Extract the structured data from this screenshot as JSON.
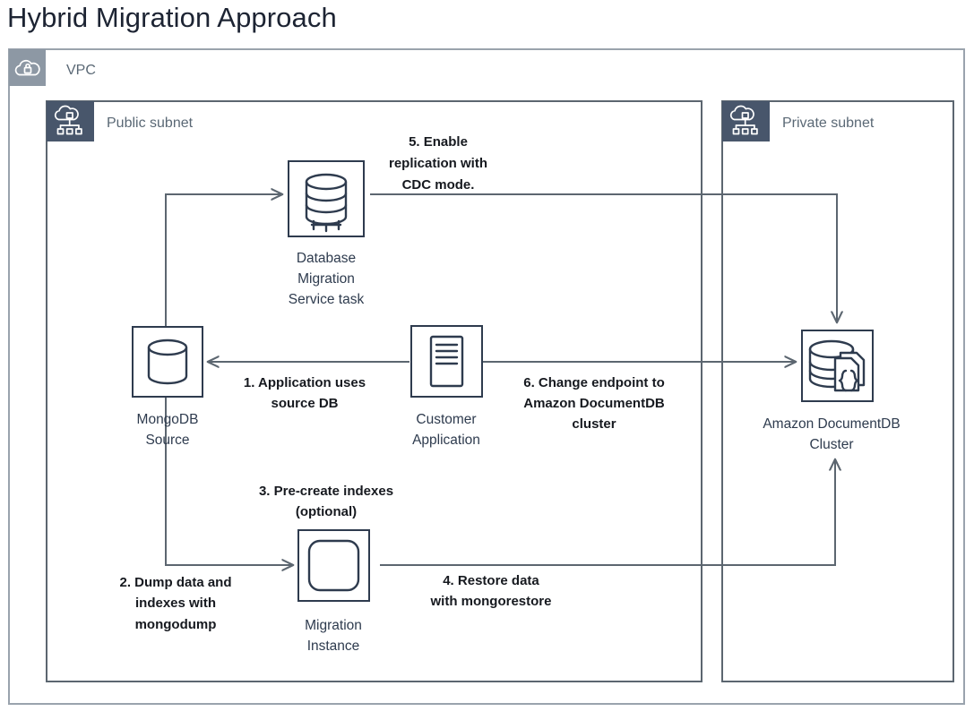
{
  "title": "Hybrid Migration Approach",
  "regions": {
    "vpc": {
      "label": "VPC",
      "icon": "vpc-cloud-lock-icon",
      "badge_color": "#8d98a4"
    },
    "public_subnet": {
      "label": "Public subnet",
      "icon": "subnet-cloud-network-icon",
      "badge_color": "#48566b"
    },
    "private_subnet": {
      "label": "Private subnet",
      "icon": "subnet-cloud-network-icon",
      "badge_color": "#48566b"
    }
  },
  "nodes": {
    "dms": {
      "label_line1": "Database",
      "label_line2": "Migration",
      "label_line3": "Service task",
      "icon": "database-migration-service-icon"
    },
    "mongodb": {
      "label_line1": "MongoDB",
      "label_line2": "Source",
      "icon": "database-cylinder-icon"
    },
    "customer_app": {
      "label_line1": "Customer",
      "label_line2": "Application",
      "icon": "application-server-icon"
    },
    "migration_instance": {
      "label_line1": "Migration",
      "label_line2": "Instance",
      "icon": "ec2-instance-icon"
    },
    "documentdb": {
      "label_line1": "Amazon DocumentDB",
      "label_line2": "Cluster",
      "icon": "amazon-documentdb-icon"
    }
  },
  "steps": {
    "step1": {
      "line1": "1. Application uses",
      "line2": "source DB"
    },
    "step2": {
      "line1": "2. Dump data and",
      "line2": "indexes with",
      "line3": "mongodump"
    },
    "step3": {
      "line1": "3. Pre-create indexes",
      "line2": "(optional)"
    },
    "step4": {
      "line1": "4. Restore data",
      "line2": "with mongorestore"
    },
    "step5": {
      "line1": "5. Enable",
      "line2": "replication with",
      "line3": "CDC mode."
    },
    "step6": {
      "line1": "6. Change endpoint to",
      "line2": "Amazon DocumentDB",
      "line3": "cluster"
    }
  },
  "colors": {
    "text_dark": "#16191f",
    "label_gray": "#5a6875",
    "connector": "#5c6670",
    "icon_navy": "#2e3b4e",
    "vpc_badge": "#8d98a4",
    "subnet_badge": "#48566b"
  }
}
